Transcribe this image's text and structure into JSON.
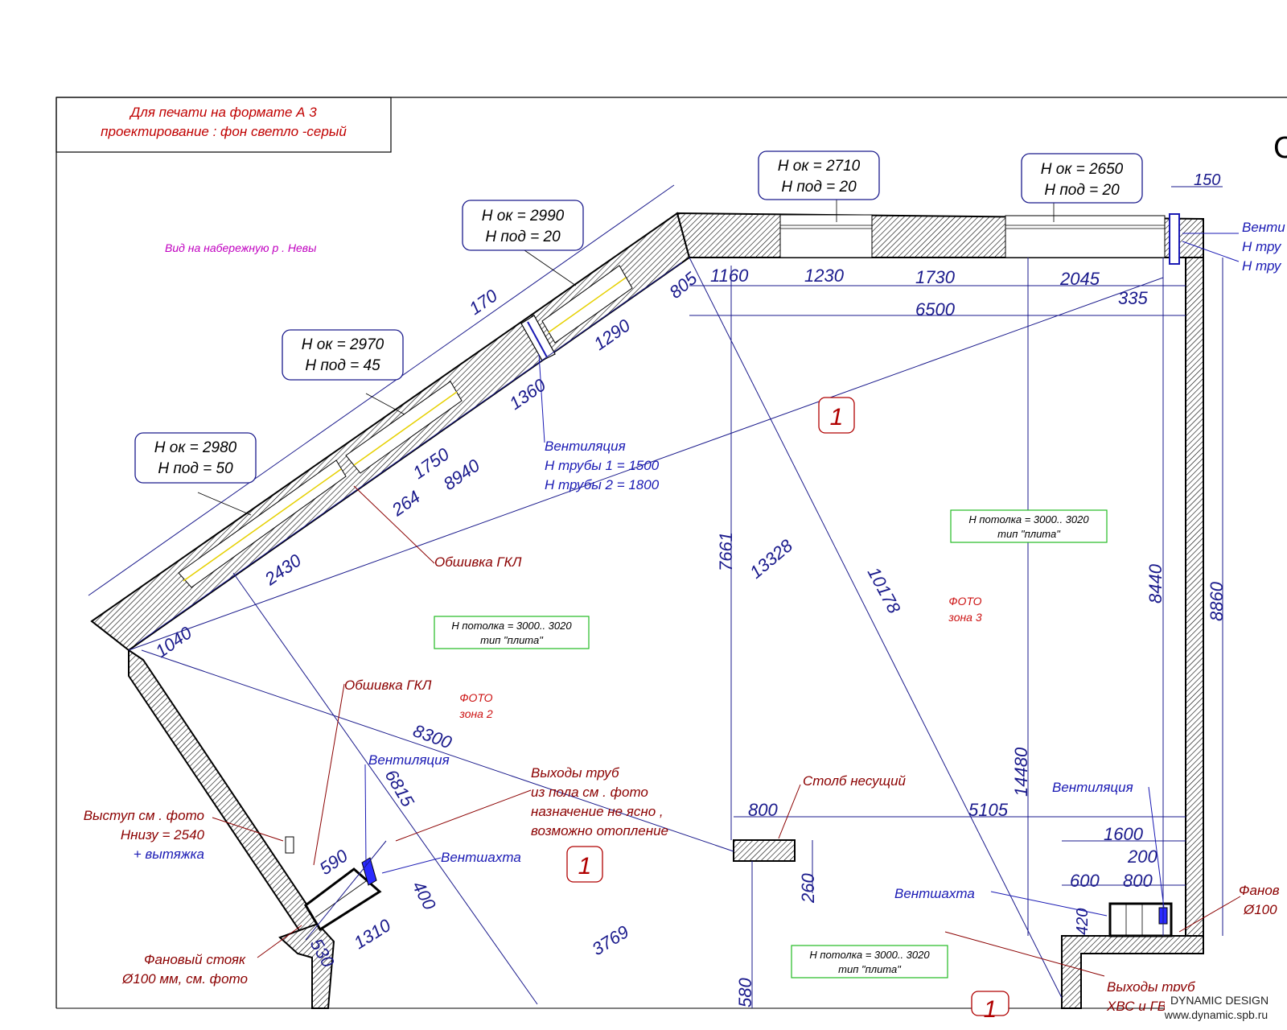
{
  "header": {
    "line1": "Для печати на формате А 3",
    "line2": "проектирование : фон светло -серый"
  },
  "view_label": "Вид на набережную р . Невы",
  "windows": [
    {
      "h_ok": "Н ок =  2980",
      "h_pod": "Н под = 50"
    },
    {
      "h_ok": "Н ок =  2970",
      "h_pod": "Н под = 45"
    },
    {
      "h_ok": "Н ок =  2990",
      "h_pod": "Н под = 20"
    },
    {
      "h_ok": "Н ок =  2710",
      "h_pod": "Н под = 20"
    },
    {
      "h_ok": "Н ок =  2650",
      "h_pod": "Н под = 20"
    }
  ],
  "dimensions": {
    "d150": "150",
    "d1160": "1160",
    "d1230": "1230",
    "d1730": "1730",
    "d2045": "2045",
    "d335": "335",
    "d6500": "6500",
    "d805": "805",
    "d1290": "1290",
    "d170": "170",
    "d1360": "1360",
    "d1750": "1750",
    "d8940": "8940",
    "d264": "264",
    "d2430": "2430",
    "d1040": "1040",
    "d7661": "7661",
    "d13328": "13328",
    "d10178": "10178",
    "d8440": "8440",
    "d8860": "8860",
    "d14480": "14480",
    "d8300": "8300",
    "d6815": "6815",
    "d590": "590",
    "d400": "400",
    "d1310": "1310",
    "d530": "530",
    "d3769": "3769",
    "d800a": "800",
    "d5105": "5105",
    "d260": "260",
    "d580": "580",
    "d1600": "1600",
    "d200": "200",
    "d600": "600",
    "d800b": "800",
    "d420": "420"
  },
  "notes": {
    "vent_top_1": "Вентиляция",
    "vent_top_2": "Н трубы  1 = 1500",
    "vent_top_3": "Н трубы  2 = 1800",
    "gkl_1": "Обшивка ГКЛ",
    "gkl_2": "Обшивка ГКЛ",
    "vent_left": "Вентиляция",
    "pipes_1": "Выходы труб",
    "pipes_2": "из пола см . фото",
    "pipes_3": "назначение не ясно ,",
    "pipes_4": "возможно отопление",
    "ventshaft_left": "Вентшахта",
    "ledge_1": "Выступ см . фото",
    "ledge_2": "Ннизу = 2540",
    "ledge_3": "+ вытяжка",
    "fan_1": "Фановый стояк",
    "fan_2": "Ø100 мм, см. фото",
    "column": "Столб несущий",
    "vent_right": "Вентиляция",
    "ventshaft_right": "Вентшахта",
    "pipes_hvs_1": "Выходы труб",
    "pipes_hvs_2": "ХВС и ГВС",
    "fan_right_1": "Фанов",
    "fan_right_2": "Ø100",
    "right_edge_1": "Венти",
    "right_edge_2": "Н тру",
    "right_edge_3": "Н тру",
    "photo_zone2_1": "ФОТО",
    "photo_zone2_2": "зона 2",
    "photo_zone3_1": "ФОТО",
    "photo_zone3_2": "зона 3"
  },
  "ceilings": [
    {
      "line1": "Н потолка  = 3000.. 3020",
      "line2": "тип \"плита\""
    },
    {
      "line1": "Н потолка  = 3000.. 3020",
      "line2": "тип \"плита\""
    },
    {
      "line1": "Н потолка  = 3000.. 3020",
      "line2": "тип \"плита\""
    }
  ],
  "zones": [
    "1",
    "1",
    "1"
  ],
  "title_fragment": "С",
  "brand": {
    "name": "DYNAMIC DESIGN",
    "url": "www.dynamic.spb.ru"
  }
}
